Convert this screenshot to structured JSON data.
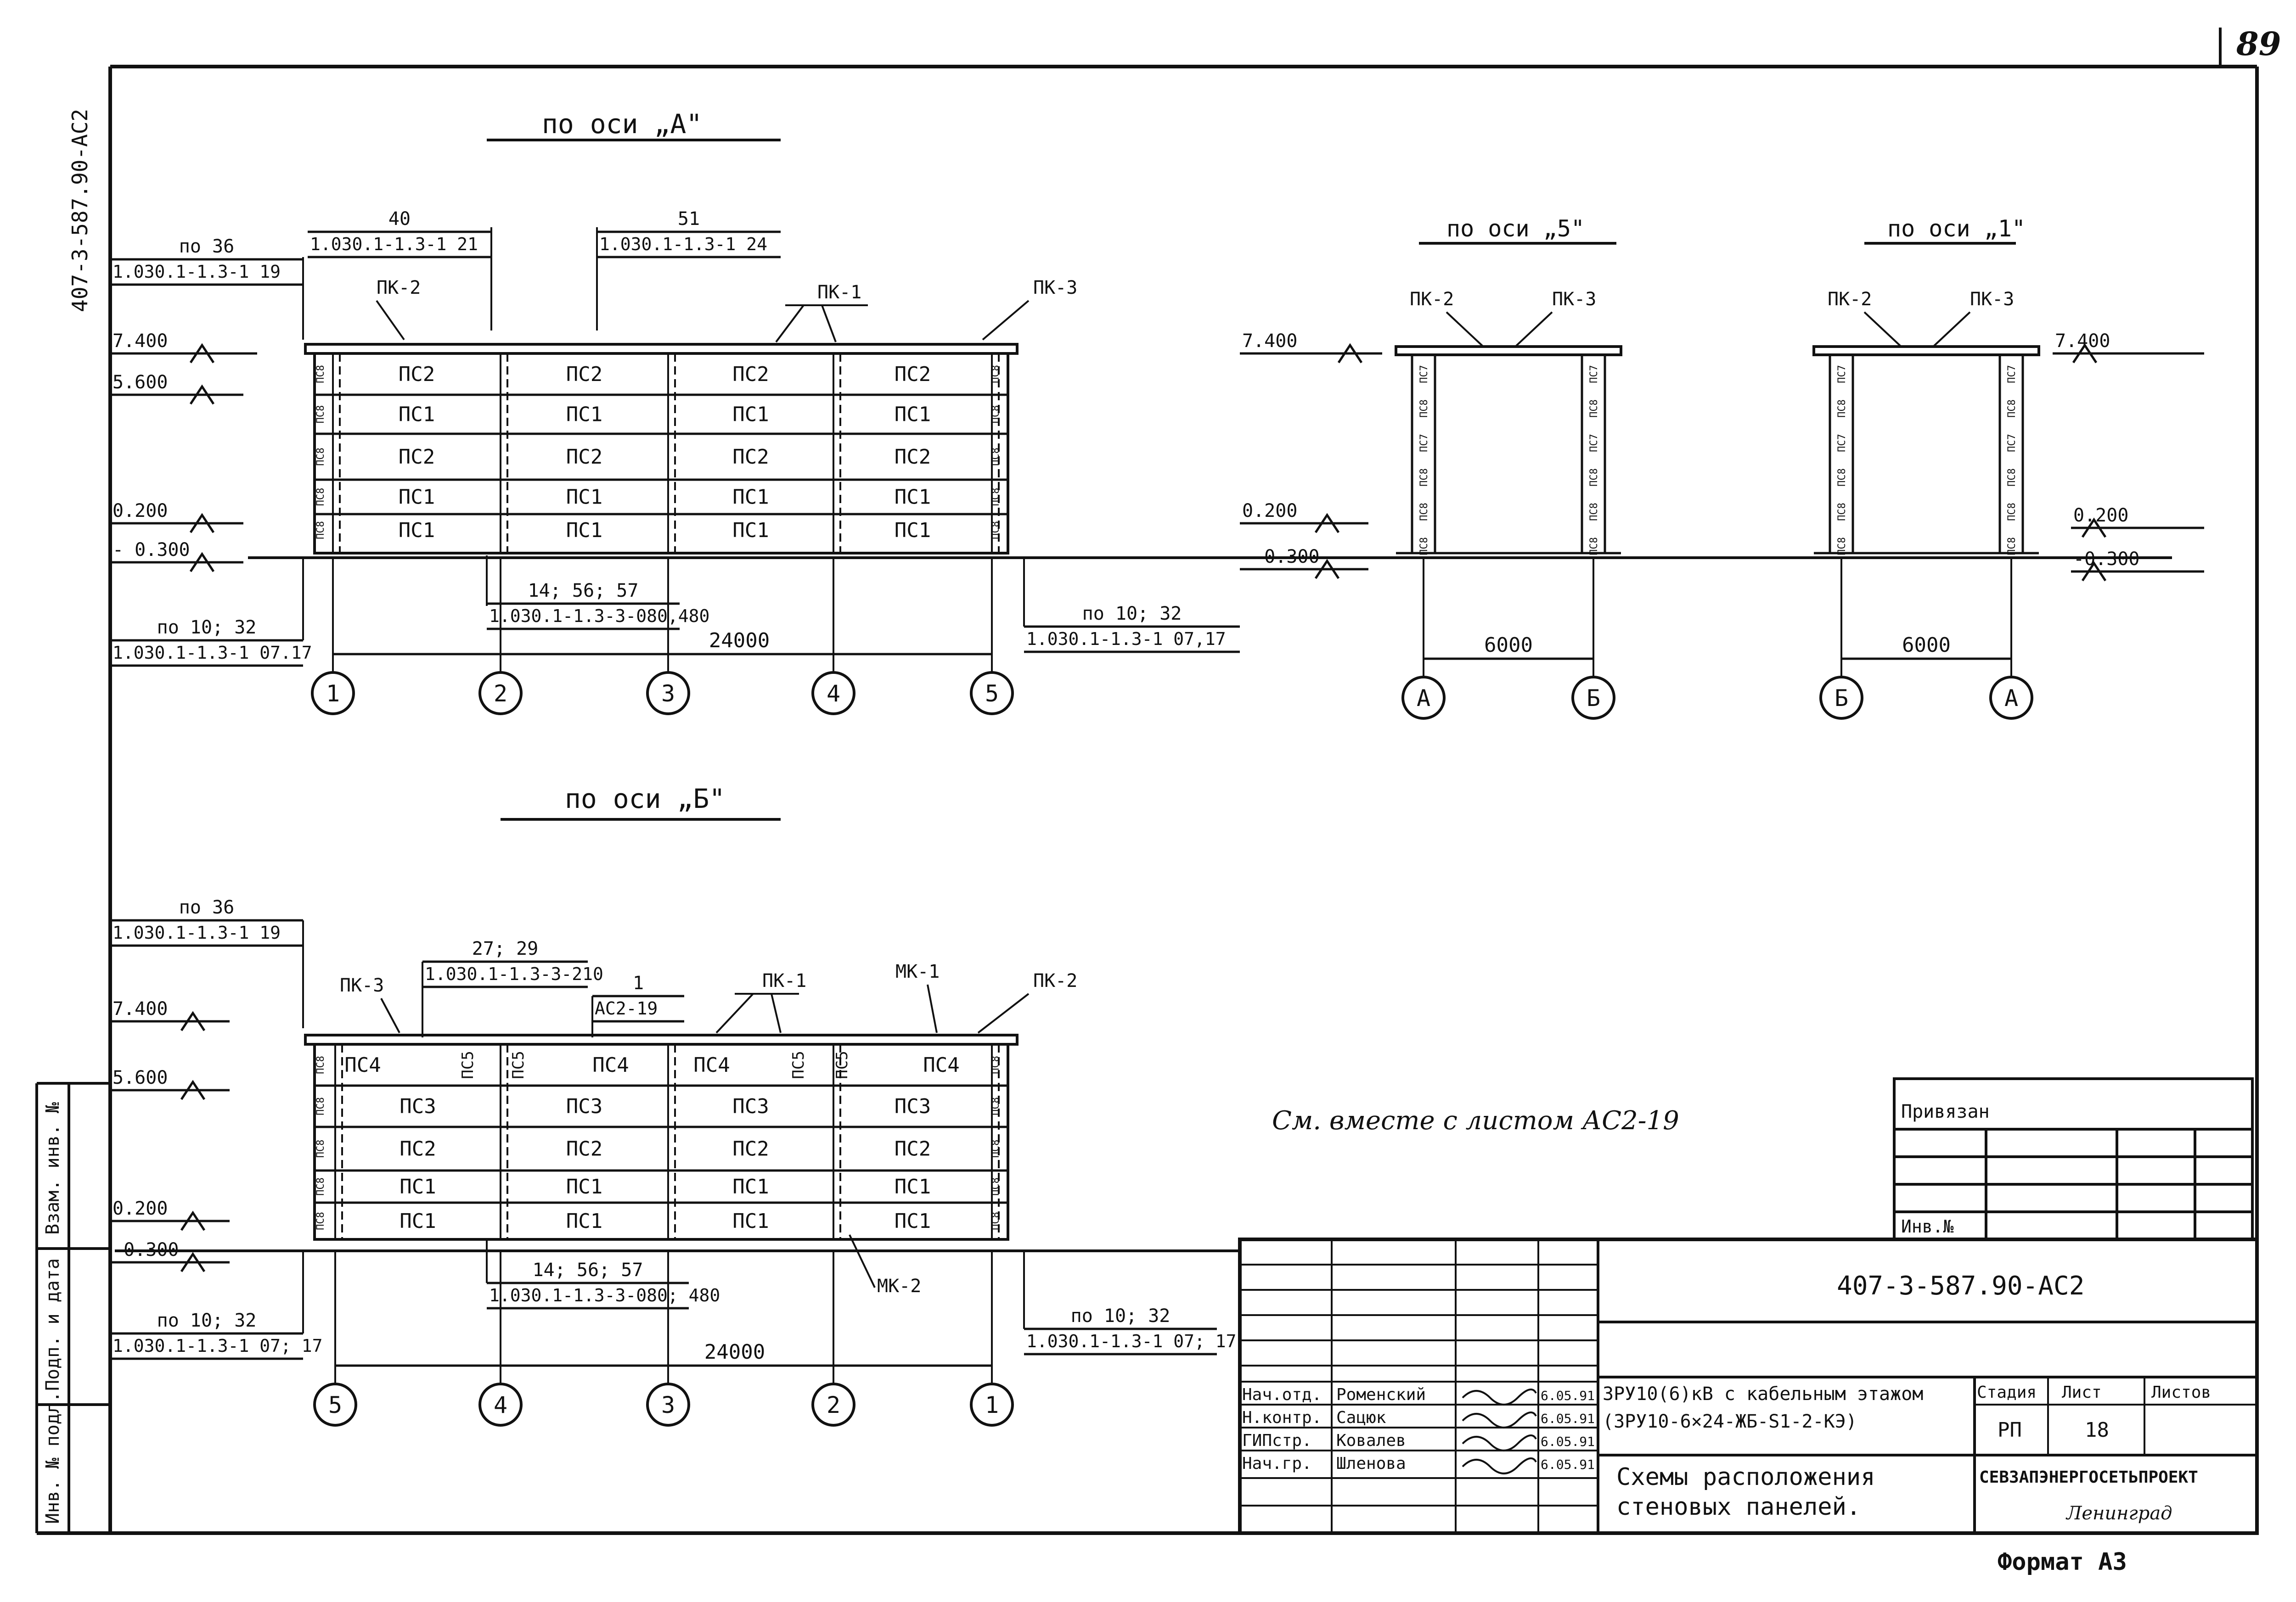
{
  "page_number": "89",
  "side_code": "407-3-587.90-AC2",
  "sections": {
    "a": {
      "title": "по оси „А\"",
      "callouts": {
        "c40": {
          "num": "40",
          "code": "1.030.1-1.3-1 21"
        },
        "c51": {
          "num": "51",
          "code": "1.030.1-1.3-1 24"
        },
        "c36": {
          "num": "по 36",
          "code": "1.030.1-1.3-1 19"
        },
        "cL": {
          "num": "по 10; 32",
          "code": "1.030.1-1.3-1 07.17"
        },
        "cR": {
          "num": "по 10; 32",
          "code": "1.030.1-1.3-1 07,17"
        },
        "cM": {
          "num": "14; 56; 57",
          "code": "1.030.1-1.3-3-080,480"
        }
      },
      "pk": [
        "ПК-2",
        "ПК-1",
        "ПК-3"
      ],
      "rows": [
        [
          "ПС2",
          "ПС2",
          "ПС2",
          "ПС2"
        ],
        [
          "ПС1",
          "ПС1",
          "ПС1",
          "ПС1"
        ],
        [
          "ПС2",
          "ПС2",
          "ПС2",
          "ПС2"
        ],
        [
          "ПС1",
          "ПС1",
          "ПС1",
          "ПС1"
        ],
        [
          "ПС1",
          "ПС1",
          "ПС1",
          "ПС1"
        ]
      ],
      "levels": [
        "7.400",
        "5.600",
        "0.200",
        "- 0.300"
      ],
      "dim": "24000",
      "axes": [
        "1",
        "2",
        "3",
        "4",
        "5"
      ]
    },
    "b": {
      "title": "по оси „Б\"",
      "callouts": {
        "c36": {
          "num": "по 36",
          "code": "1.030.1-1.3-1 19"
        },
        "c27": {
          "num": "27; 29",
          "code": "1.030.1-1.3-3-210"
        },
        "c1": {
          "num": "1",
          "code": "АС2-19"
        },
        "cL": {
          "num": "по 10; 32",
          "code": "1.030.1-1.3-1 07; 17"
        },
        "cR": {
          "num": "по 10; 32",
          "code": "1.030.1-1.3-1 07; 17"
        },
        "cM": {
          "num": "14; 56; 57",
          "code": "1.030.1-1.3-3-080; 480"
        }
      },
      "pk": [
        "ПК-3",
        "ПК-1",
        "МК-1",
        "ПК-2",
        "МК-2"
      ],
      "top_row": [
        "ПС4",
        "ПС5",
        "ПС5",
        "ПС4",
        "ПС4",
        "ПС5",
        "ПС5",
        "ПС4"
      ],
      "rows": [
        [
          "ПС3",
          "ПС3",
          "ПС3",
          "ПС3"
        ],
        [
          "ПС2",
          "ПС2",
          "ПС2",
          "ПС2"
        ],
        [
          "ПС1",
          "ПС1",
          "ПС1",
          "ПС1"
        ],
        [
          "ПС1",
          "ПС1",
          "ПС1",
          "ПС1"
        ]
      ],
      "levels": [
        "7.400",
        "5.600",
        "0.200",
        "-0.300"
      ],
      "dim": "24000",
      "axes": [
        "5",
        "4",
        "3",
        "2",
        "1"
      ]
    },
    "five": {
      "title": "по оси „5\"",
      "pk": [
        "ПК-2",
        "ПК-3"
      ],
      "levels": [
        "7.400",
        "0.200",
        "- 0.300"
      ],
      "dim": "6000",
      "axes": [
        "А",
        "Б"
      ]
    },
    "one": {
      "title": "по оси „1\"",
      "pk": [
        "ПК-2",
        "ПК-3"
      ],
      "levels": [
        "7.400",
        "0.200",
        "-0.300"
      ],
      "dim": "6000",
      "axes": [
        "Б",
        "А"
      ]
    }
  },
  "note": "См. вместе с листом АС2-19",
  "stamp_box": {
    "label": "Привязан",
    "inv": "Инв.№"
  },
  "left_strip": [
    "Взам. инв. №",
    "Подп. и дата",
    "Инв. № подл."
  ],
  "title_block": {
    "code": "407-3-587.90-АС2",
    "people": [
      {
        "role": "Нач.отд.",
        "name": "Роменский",
        "date": "6.05.91"
      },
      {
        "role": "Н.контр.",
        "name": "Сацюк",
        "date": "6.05.91"
      },
      {
        "role": "ГИПстр.",
        "name": "Ковалев",
        "date": "6.05.91"
      },
      {
        "role": "Нач.гр.",
        "name": "Шленова",
        "date": "6.05.91"
      }
    ],
    "project_line1": "ЗРУ10(6)кВ с кабельным этажом",
    "project_line2": "(ЗРУ10-6×24-ЖБ-S1-2-КЭ)",
    "stage_h": "Стадия",
    "sheet_h": "Лист",
    "sheets_h": "Листов",
    "stage": "РП",
    "sheet": "18",
    "drawing_title1": "Схемы расположения",
    "drawing_title2": "стеновых панелей.",
    "org": "СЕВЗАПЭНЕРГОСЕТЬПРОЕКТ",
    "city": "Ленинград"
  },
  "format": "Формат А3"
}
